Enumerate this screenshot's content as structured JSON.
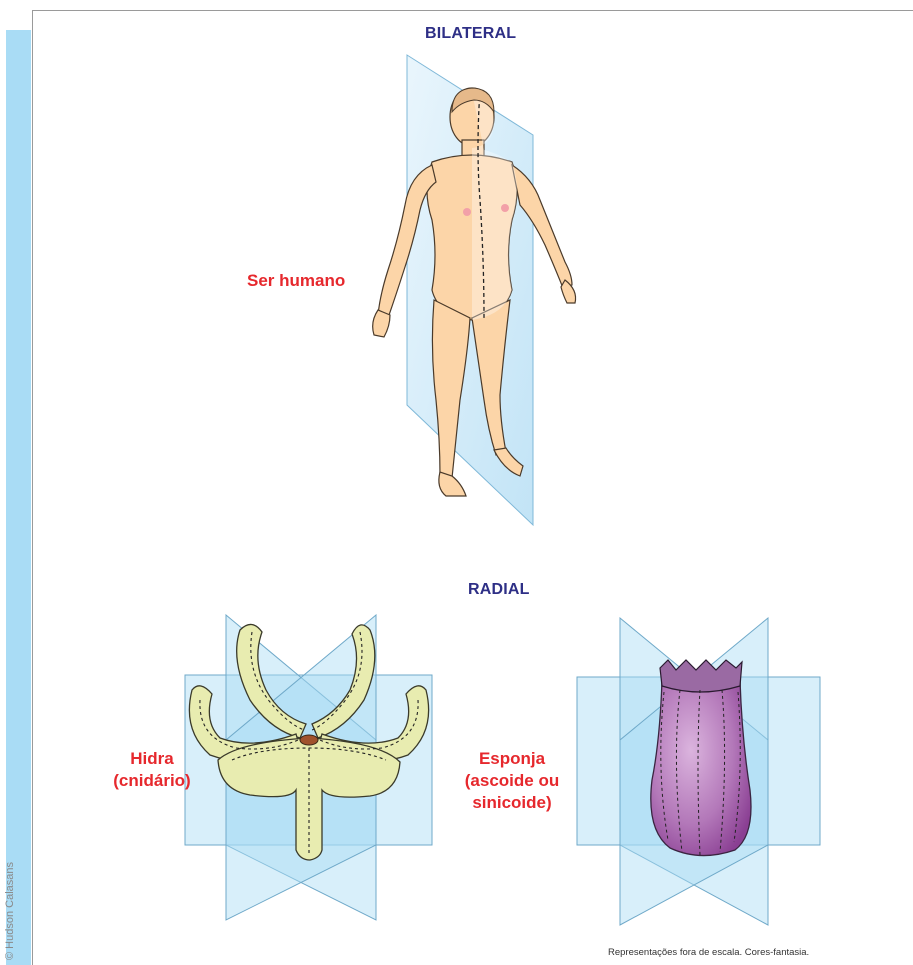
{
  "headings": {
    "bilateral": "BILATERAL",
    "radial": "RADIAL"
  },
  "labels": {
    "human": "Ser humano",
    "hydra_line1": "Hidra",
    "hydra_line2": "(cnidário)",
    "sponge_line1": "Esponja",
    "sponge_line2": "(ascoide ou",
    "sponge_line3": "sinicoide)"
  },
  "note": "Representações fora de escala. Cores-fantasia.",
  "credit": "© Hudson Calasans",
  "colors": {
    "heading": "#2e2f86",
    "label": "#e6282d",
    "plane": "#a9dcf5",
    "skin": "#fcd5a8",
    "hydra": "#e8ecb0",
    "sponge": "#b378b9"
  }
}
